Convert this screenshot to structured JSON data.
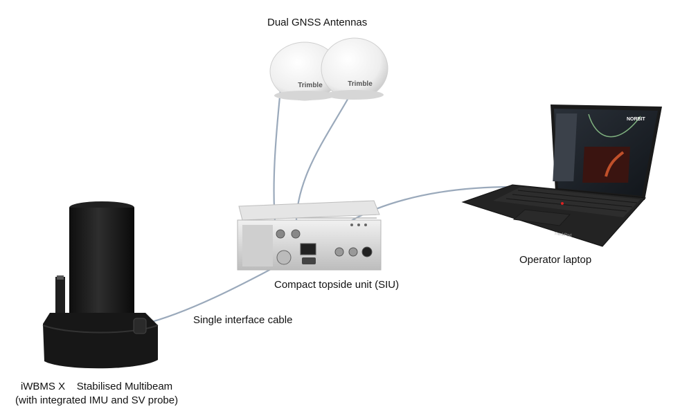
{
  "labels": {
    "gnss": "Dual GNSS Antennas",
    "laptop": "Operator laptop",
    "siu": "Compact topside unit (SIU)",
    "cable": "Single interface cable",
    "multibeam_line1": "iWBMS X    Stabilised Multibeam",
    "multibeam_line2": "(with integrated IMU and SV probe)"
  },
  "brands": {
    "antenna": "Trimble",
    "laptop": "ThinkPad",
    "screen_logo": "NORBIT"
  },
  "colors": {
    "cable": "#9aa9bb",
    "antenna_dome": "#f2f2f2",
    "siu_body": "#d9d9d9",
    "multibeam_body": "#1c1c1c",
    "laptop_body": "#1e1e1e"
  }
}
